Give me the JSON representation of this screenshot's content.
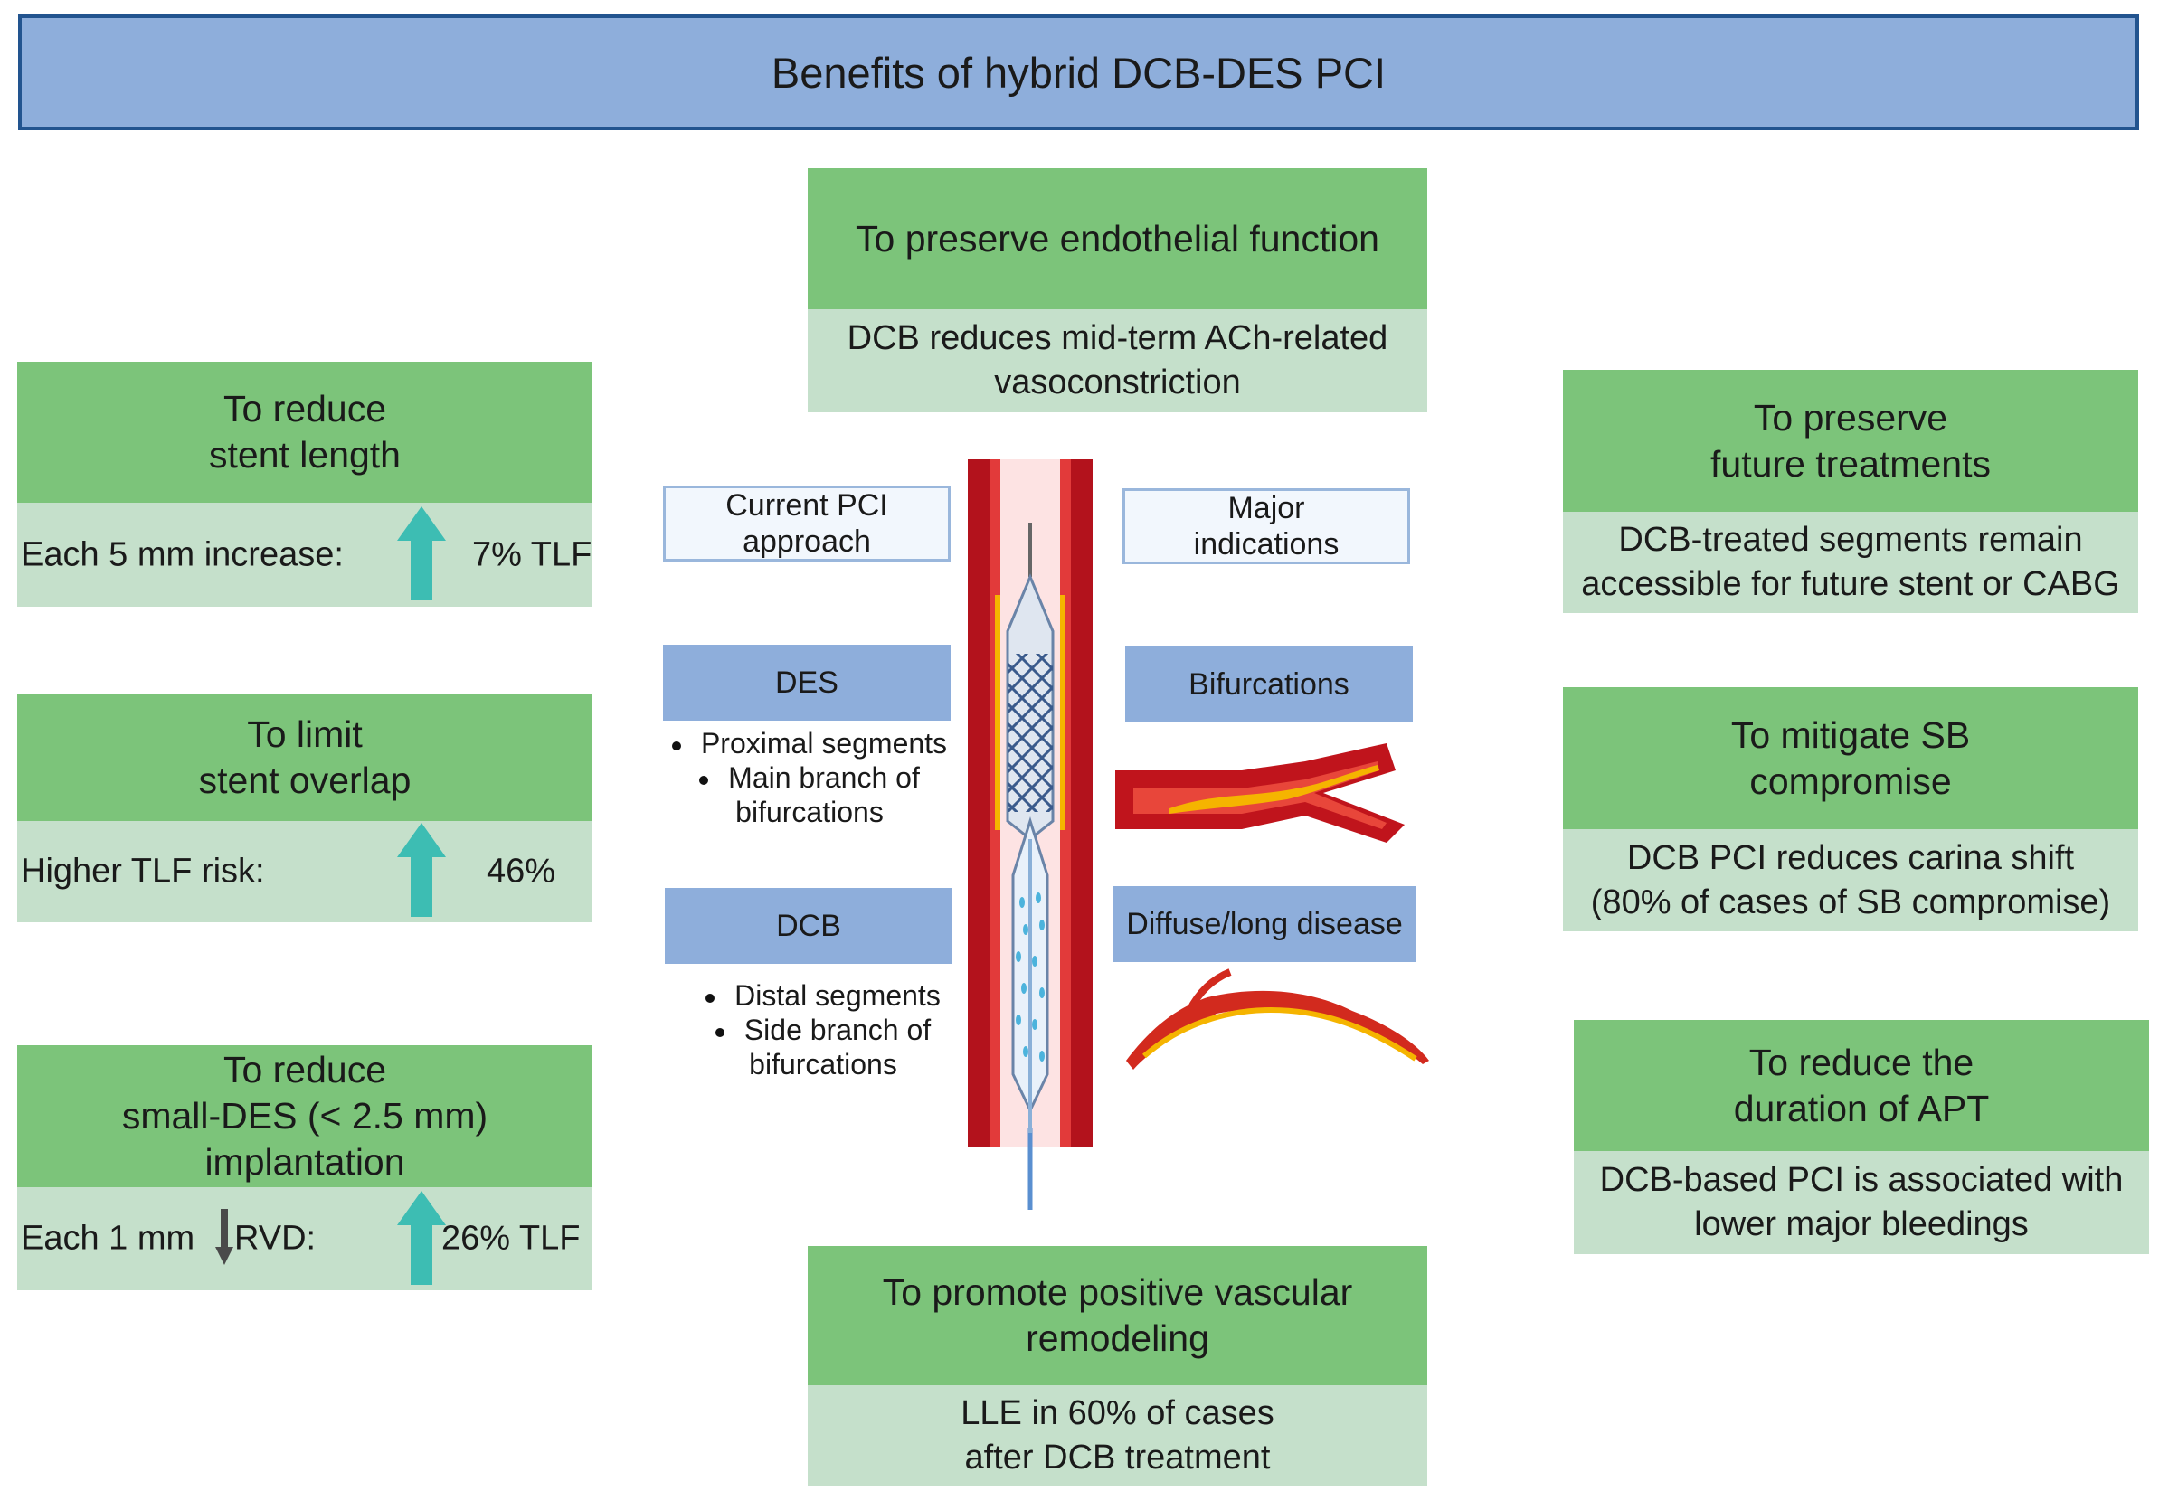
{
  "title": "Benefits of hybrid DCB-DES PCI",
  "colors": {
    "title_bg": "#8eaedb",
    "title_border": "#22548f",
    "card_head": "#7cc47a",
    "card_body": "#c5e0cb",
    "arrow": "#3dbdb3",
    "vessel": "#b3121c"
  },
  "center_top": {
    "heading": "To preserve endothelial function",
    "body": "DCB reduces mid-term ACh-related\nvasoconstriction"
  },
  "center_bottom": {
    "heading": "To promote positive vascular\nremodeling",
    "body": "LLE in 60% of cases\nafter DCB treatment"
  },
  "left_cards": [
    {
      "heading": "To reduce\nstent length",
      "label": "Each 5 mm increase:",
      "value": "7% TLF",
      "arrow": "up-arrow-icon"
    },
    {
      "heading": "To limit\nstent overlap",
      "label": "Higher TLF risk:",
      "value": "46%",
      "arrow": "up-arrow-icon"
    },
    {
      "heading": "To reduce\nsmall-DES (< 2.5 mm)\nimplantation",
      "label_pre": "Each 1 mm",
      "label_post": "RVD:",
      "value": "26% TLF",
      "arrow": "up-arrow-icon",
      "small_arrow": "down-arrow-icon"
    }
  ],
  "right_cards": [
    {
      "heading": "To preserve\nfuture treatments",
      "body": "DCB-treated segments remain\naccessible for future stent or CABG"
    },
    {
      "heading": "To mitigate SB\ncompromise",
      "body": "DCB PCI reduces carina shift\n(80% of cases of SB compromise)"
    },
    {
      "heading": "To reduce the\nduration of APT",
      "body": "DCB-based PCI is associated with\nlower major bleedings"
    }
  ],
  "middle": {
    "current_pci": "Current PCI\napproach",
    "major_indications": "Major\nindications",
    "des_label": "DES",
    "des_items": [
      "Proximal segments",
      "Main branch of\nbifurcations"
    ],
    "dcb_label": "DCB",
    "dcb_items": [
      "Distal segments",
      "Side branch of\nbifurcations"
    ],
    "bifurcations": "Bifurcations",
    "diffuse": "Diffuse/long disease"
  }
}
